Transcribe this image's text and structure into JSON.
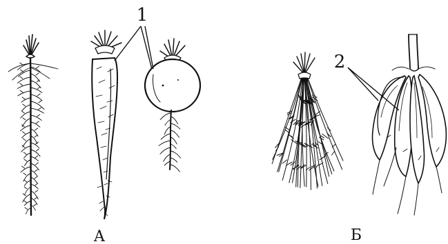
{
  "labels": {
    "num_1": "1",
    "num_2": "2",
    "group_a": "А",
    "group_b": "Б"
  },
  "colors": {
    "ink": "#111111",
    "background": "#ffffff"
  }
}
